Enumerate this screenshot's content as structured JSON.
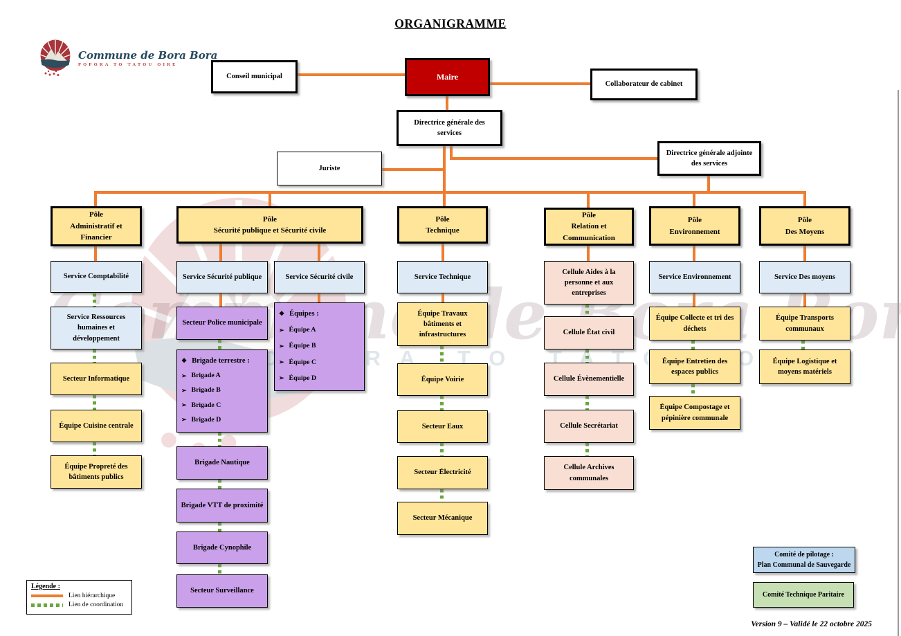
{
  "title": "ORGANIGRAMME",
  "logo": {
    "name": "Commune de Bora Bora",
    "tagline": "POPORA TO TATOU OIRE"
  },
  "watermark": {
    "script": "Commune de Bora Bora",
    "caps": "POPORA TO TATOU OIRE"
  },
  "icons": {
    "diamond_bullet": "❖",
    "arrow_bullet": "➢"
  },
  "direction": {
    "conseil": "Conseil municipal",
    "maire": "Maire",
    "collaborateur": "Collaborateur de cabinet",
    "dgs": "Directrice générale des services",
    "juriste": "Juriste",
    "dga": "Directrice générale adjointe des services"
  },
  "poles": {
    "admin": {
      "line1": "Pôle",
      "line2": "Administratif et Financier",
      "items": [
        "Service Comptabilité",
        "Service Ressources humaines et développement",
        "Secteur Informatique",
        "Équipe Cuisine centrale",
        "Équipe Propreté des bâtiments publics"
      ]
    },
    "securite": {
      "line1": "Pôle",
      "line2": "Sécurité publique et Sécurité civile",
      "publique": {
        "service": "Service Sécurité publique",
        "secteur": "Secteur Police municipale",
        "brigades": {
          "header": "Brigade terrestre :",
          "items": [
            "Brigade A",
            "Brigade B",
            "Brigade C",
            "Brigade D"
          ]
        },
        "units": [
          "Brigade Nautique",
          "Brigade VTT de proximité",
          "Brigade Cynophile",
          "Secteur Surveillance"
        ]
      },
      "civile": {
        "service": "Service Sécurité civile",
        "equipes": {
          "header": "Équipes :",
          "items": [
            "Équipe A",
            "Équipe B",
            "Équipe C",
            "Équipe D"
          ]
        }
      }
    },
    "technique": {
      "line1": "Pôle",
      "line2": "Technique",
      "items": [
        "Service Technique",
        "Équipe Travaux bâtiments et infrastructures",
        "Équipe Voirie",
        "Secteur Eaux",
        "Secteur Électricité",
        "Secteur Mécanique"
      ]
    },
    "relation": {
      "line1": "Pôle",
      "line2": "Relation et Communication",
      "items": [
        "Cellule Aides à la personne et aux entreprises",
        "Cellule État civil",
        "Cellule Évènementielle",
        "Cellule Secrétariat",
        "Cellule Archives communales"
      ]
    },
    "environnement": {
      "line1": "Pôle",
      "line2": "Environnement",
      "items": [
        "Service Environnement",
        "Équipe Collecte et tri des déchets",
        "Équipe Entretien des espaces publics",
        "Équipe Compostage et pépinière communale"
      ]
    },
    "moyens": {
      "line1": "Pôle",
      "line2": "Des Moyens",
      "items": [
        "Service Des moyens",
        "Équipe Transports communaux",
        "Équipe Logistique et moyens matériels"
      ]
    }
  },
  "committees": {
    "pilotage_line1": "Comité de pilotage :",
    "pilotage_line2": "Plan Communal de Sauvegarde",
    "paritaire": "Comité Technique Paritaire"
  },
  "legend": {
    "title": "Légende :",
    "hierarchique": "Lien hiérarchique",
    "coordination": "Lien de coordination"
  },
  "footer": {
    "version": "Version 9 – Validé le 22 octobre 2025"
  },
  "colors": {
    "hierarchy_orange": "#ED7D31",
    "coordination_green": "#69A73E",
    "maire_red": "#C00000",
    "pole_yellow": "#FFE599",
    "service_blue": "#DEEAF6",
    "brigade_purple": "#C9A0E9",
    "cellule_pink": "#F9DFD3",
    "committee_blue": "#BDD7EE",
    "committee_green": "#C6E0B4"
  }
}
